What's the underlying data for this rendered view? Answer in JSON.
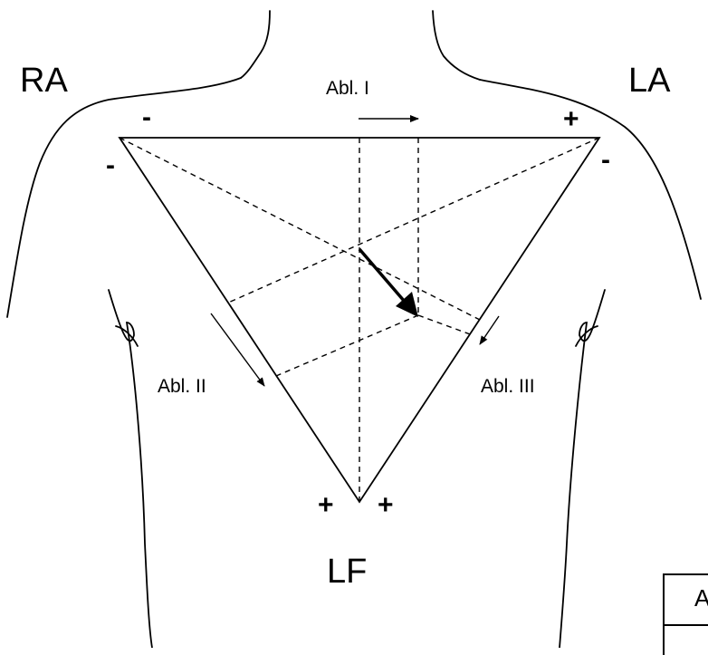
{
  "labels": {
    "ra": "RA",
    "la": "LA",
    "lf": "LF",
    "lead_i": "Abl. I",
    "lead_ii": "Abl. II",
    "lead_iii": "Abl. III"
  },
  "polarity": {
    "ra_top": "-",
    "ra_left": "-",
    "la_top": "+",
    "la_right": "-",
    "lf_left": "+",
    "lf_right": "+"
  },
  "corner_box": {
    "text": "A"
  }
}
